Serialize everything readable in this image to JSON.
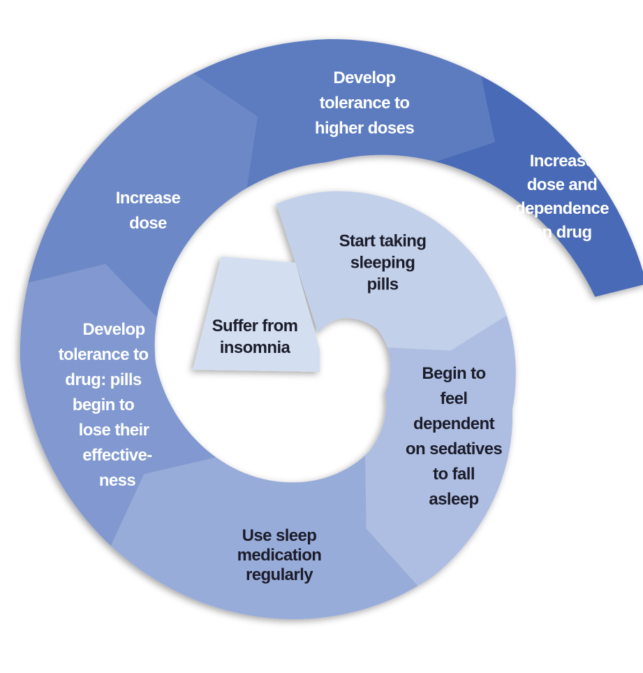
{
  "title": "Sleeping pill dependence cycle",
  "colors": {
    "suffer": "#d3dff1",
    "start": "#c2d0ea",
    "begin": "#adbee2",
    "use": "#98acd9",
    "develop_drug": "#8199d0",
    "increase_dose": "#6d88c7",
    "develop_higher": "#5d7bc0",
    "increase_dependence": "#4a6bb6"
  },
  "steps": [
    {
      "id": "suffer",
      "lines": [
        "Suffer from",
        "insomnia"
      ]
    },
    {
      "id": "start",
      "lines": [
        "Start taking",
        "sleeping",
        "pills"
      ]
    },
    {
      "id": "begin",
      "lines": [
        "Begin to",
        "feel",
        "dependent",
        "on sedatives",
        "to fall",
        "asleep"
      ]
    },
    {
      "id": "use",
      "lines": [
        "Use sleep",
        "medication",
        "regularly"
      ]
    },
    {
      "id": "develop_drug",
      "lines": [
        "Develop",
        "tolerance to",
        "drug: pills",
        "begin to",
        "lose their",
        "effective-",
        "ness"
      ]
    },
    {
      "id": "increase_dose",
      "lines": [
        "Increase",
        "dose"
      ]
    },
    {
      "id": "develop_higher",
      "lines": [
        "Develop",
        "tolerance to",
        "higher doses"
      ]
    },
    {
      "id": "increase_dependence",
      "lines": [
        "Increase",
        "dose and",
        "dependence",
        "on drug"
      ]
    }
  ]
}
